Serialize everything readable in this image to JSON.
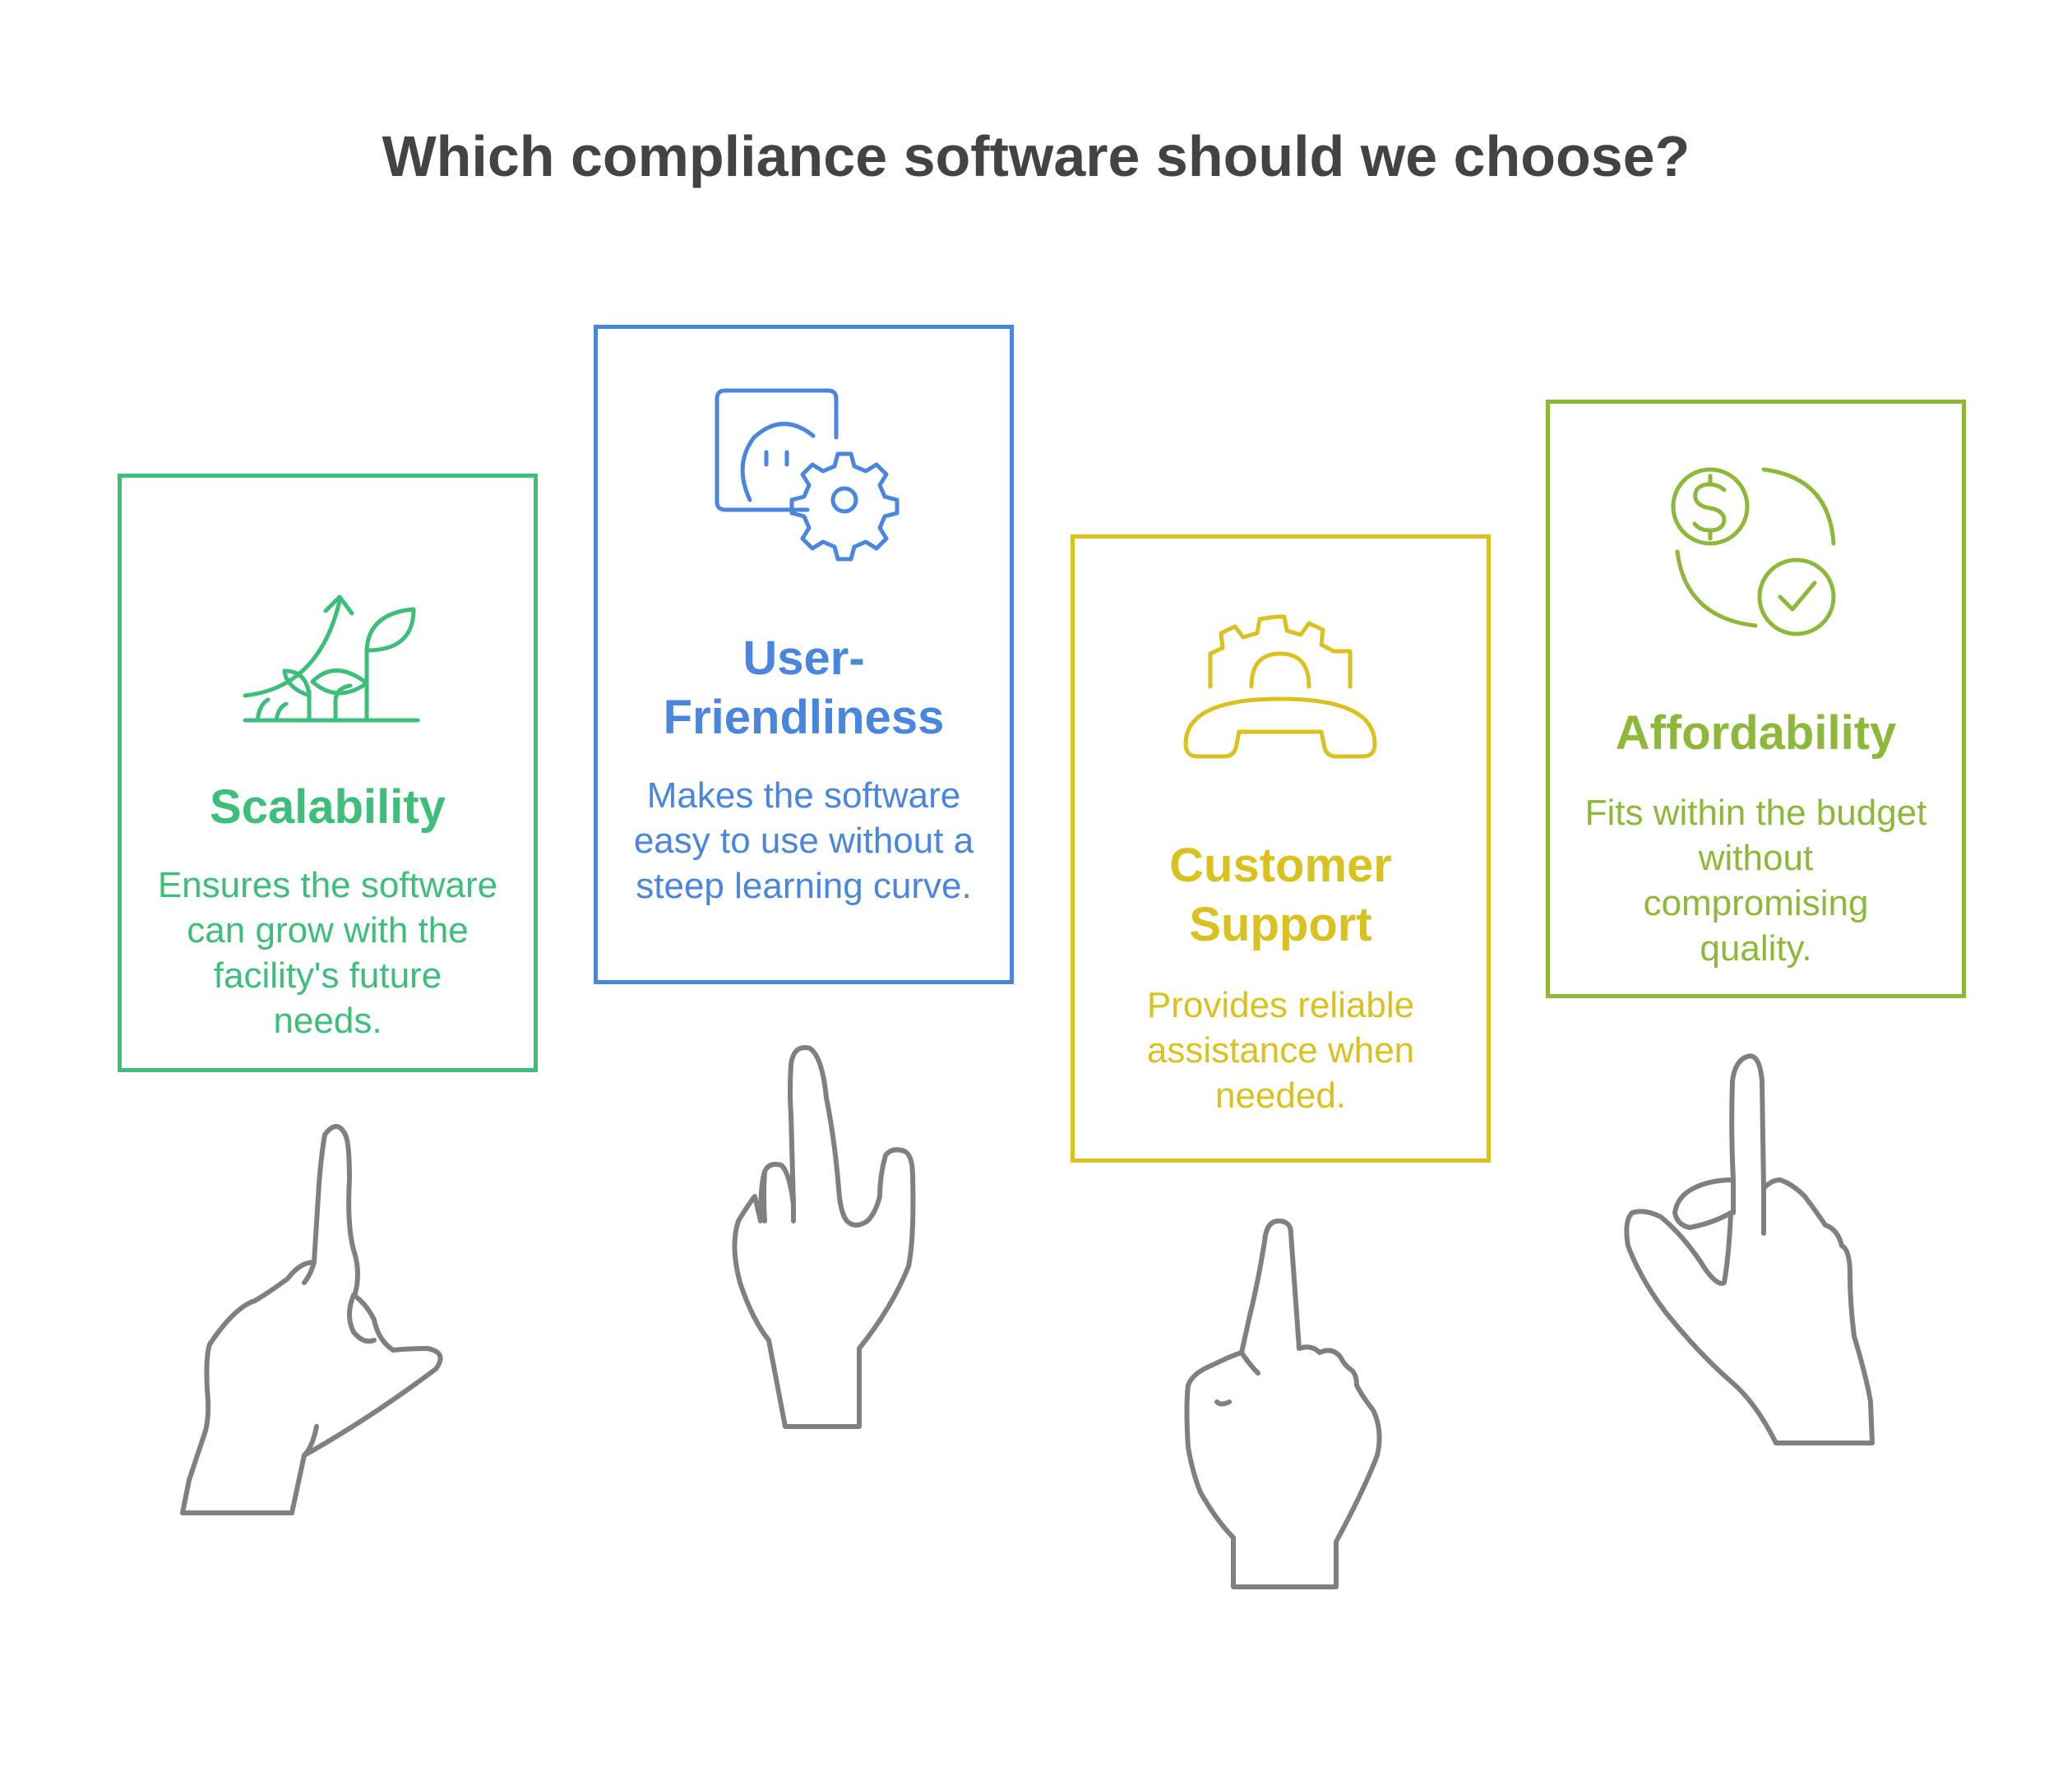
{
  "title": "Which compliance software should we choose?",
  "colors": {
    "green": "#3DBE7A",
    "blue": "#4A86DC",
    "yellow": "#D9C21F",
    "lime": "#8DB83A",
    "hand": "#808080",
    "title": "#434343"
  },
  "options": [
    {
      "heading": "Scalability",
      "description": "Ensures the software can grow with the facility's future needs.",
      "icon": "growing-plant-icon"
    },
    {
      "heading": "User-Friendliness",
      "description": "Makes the software easy to use without a steep learning curve.",
      "icon": "user-gear-icon"
    },
    {
      "heading": "Customer Support",
      "description": "Provides reliable assistance when needed.",
      "icon": "support-phone-gear-icon"
    },
    {
      "heading": "Affordability",
      "description": "Fits within the budget without compromising quality.",
      "icon": "money-check-cycle-icon"
    }
  ]
}
